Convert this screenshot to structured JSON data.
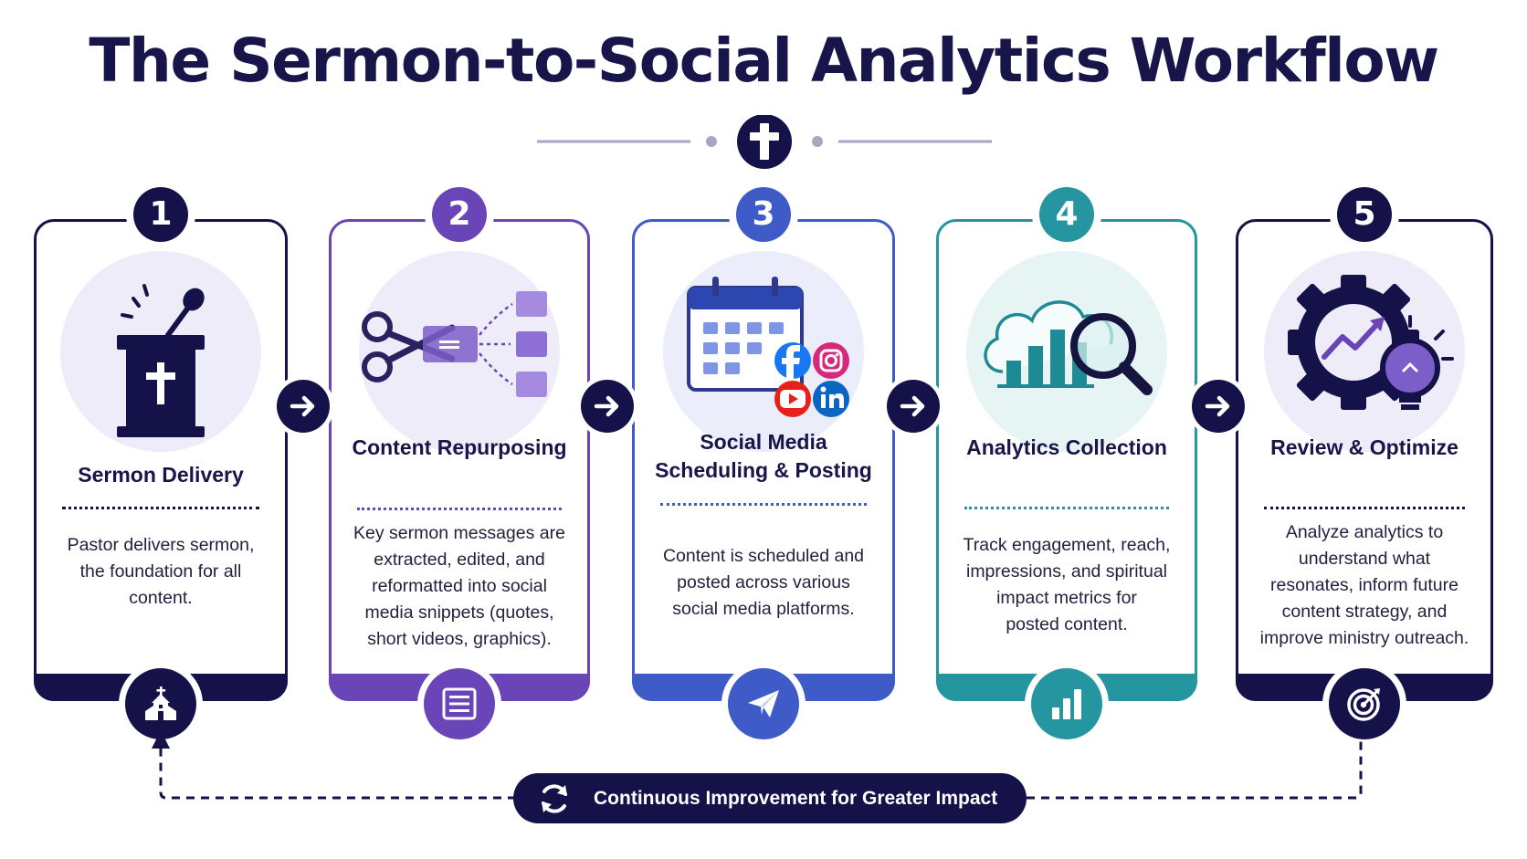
{
  "title": "The Sermon-to-Social Analytics Workflow",
  "colors": {
    "navy": "#15124a",
    "purple": "#6a45b8",
    "blue": "#3e5bc8",
    "teal": "#2596a0",
    "light_purple": "#efecfa",
    "light_teal": "#e6f4f4"
  },
  "steps": [
    {
      "number": "1",
      "title_line1": "Sermon Delivery",
      "title_line2": "",
      "description_lines": [
        "Pastor delivers sermon,",
        "the foundation for all",
        "content."
      ],
      "illustration": "pulpit-microphone-icon",
      "bottom_icon": "church-icon"
    },
    {
      "number": "2",
      "title_line1": "Content Repurposing",
      "title_line2": "",
      "description_lines": [
        "Key sermon messages are",
        "extracted, edited, and",
        "reformatted into social",
        "media snippets (quotes,",
        "short videos, graphics)."
      ],
      "illustration": "scissors-repurpose-icon",
      "bottom_icon": "document-list-icon"
    },
    {
      "number": "3",
      "title_line1": "Social Media",
      "title_line2": "Scheduling & Posting",
      "description_lines": [
        "Content is scheduled and",
        "posted across various",
        "social media platforms."
      ],
      "illustration": "calendar-social-icon",
      "bottom_icon": "paper-plane-icon"
    },
    {
      "number": "4",
      "title_line1": "Analytics Collection",
      "title_line2": "",
      "description_lines": [
        "Track engagement, reach,",
        "impressions, and spiritual",
        "impact metrics for",
        "posted content."
      ],
      "illustration": "cloud-chart-magnifier-icon",
      "bottom_icon": "bar-chart-icon"
    },
    {
      "number": "5",
      "title_line1": "Review & Optimize",
      "title_line2": "",
      "description_lines": [
        "Analyze analytics to",
        "understand what",
        "resonates, inform future",
        "content strategy, and",
        "improve ministry outreach."
      ],
      "illustration": "gear-lightbulb-icon",
      "bottom_icon": "target-icon"
    }
  ],
  "footer": {
    "label": "Continuous Improvement for Greater Impact",
    "icon": "refresh-cycle-icon"
  }
}
